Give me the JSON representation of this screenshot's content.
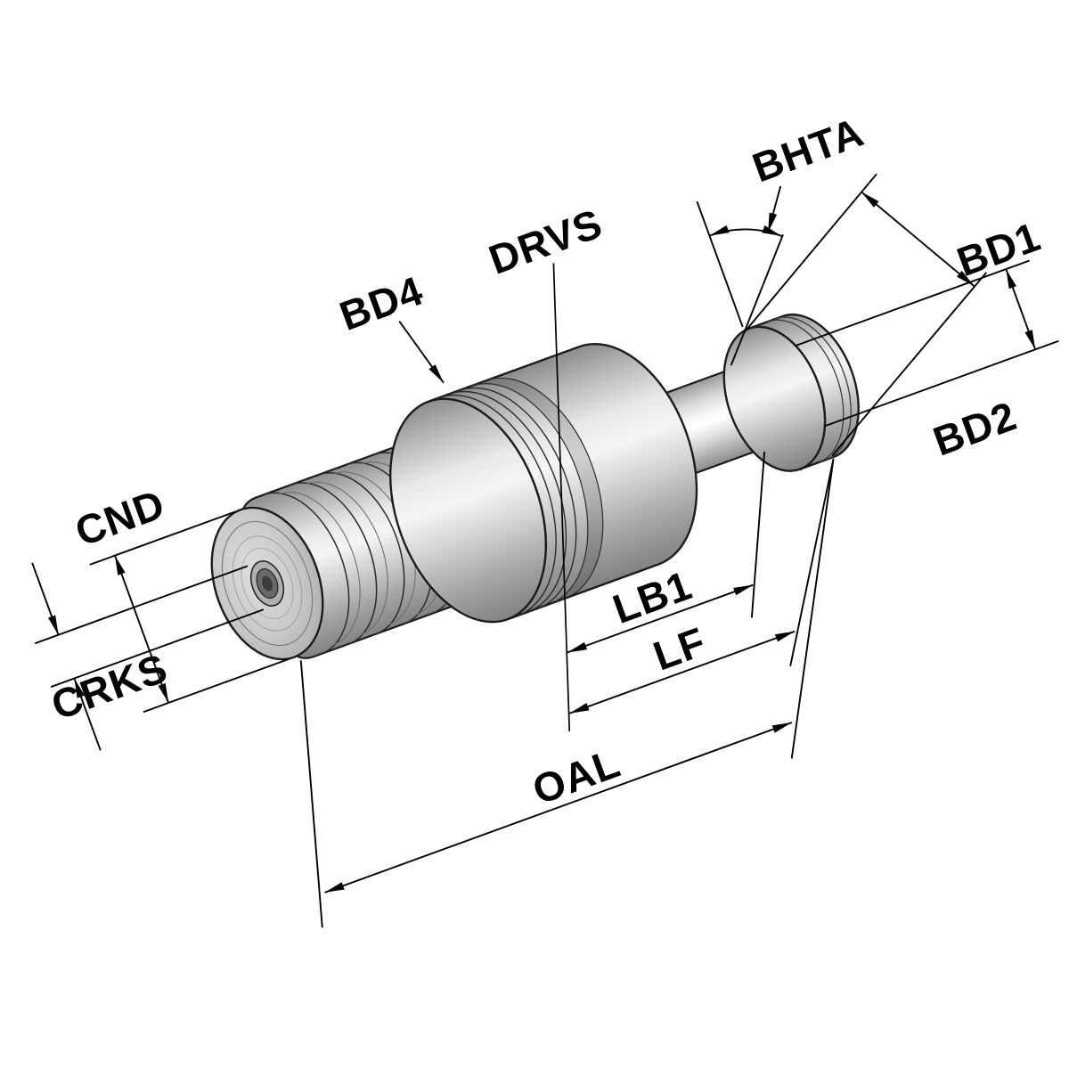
{
  "colors": {
    "background": "#ffffff",
    "line": "#000000",
    "outline": "#1c1c1c",
    "metal_light": "#f5f5f5",
    "metal_mid": "#cccccc",
    "metal_dark": "#8a8a8a"
  },
  "labels": {
    "bhta": "BHTA",
    "bd1": "BD1",
    "bd2": "BD2",
    "bd4": "BD4",
    "drvs": "DRVS",
    "cnd": "CND",
    "crks": "CRKS",
    "lb1": "LB1",
    "lf": "LF",
    "oal": "OAL"
  }
}
